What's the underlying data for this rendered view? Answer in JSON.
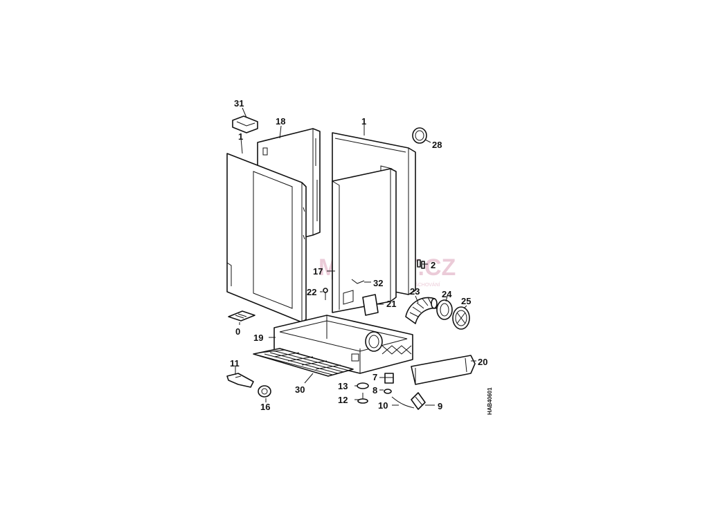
{
  "diagram": {
    "code": "HAB40601",
    "watermark": {
      "text": "MAMLUT.CZ",
      "subtext": "ŠŤASTNÁ MAMI · RADOST · RÁCHOVÁNÍ"
    },
    "callouts": [
      "31",
      "18",
      "1",
      "1",
      "28",
      "2",
      "17",
      "32",
      "22",
      "21",
      "23",
      "24",
      "25",
      "0",
      "19",
      "20",
      "11",
      "30",
      "7",
      "13",
      "8",
      "12",
      "10",
      "9",
      "16"
    ]
  }
}
